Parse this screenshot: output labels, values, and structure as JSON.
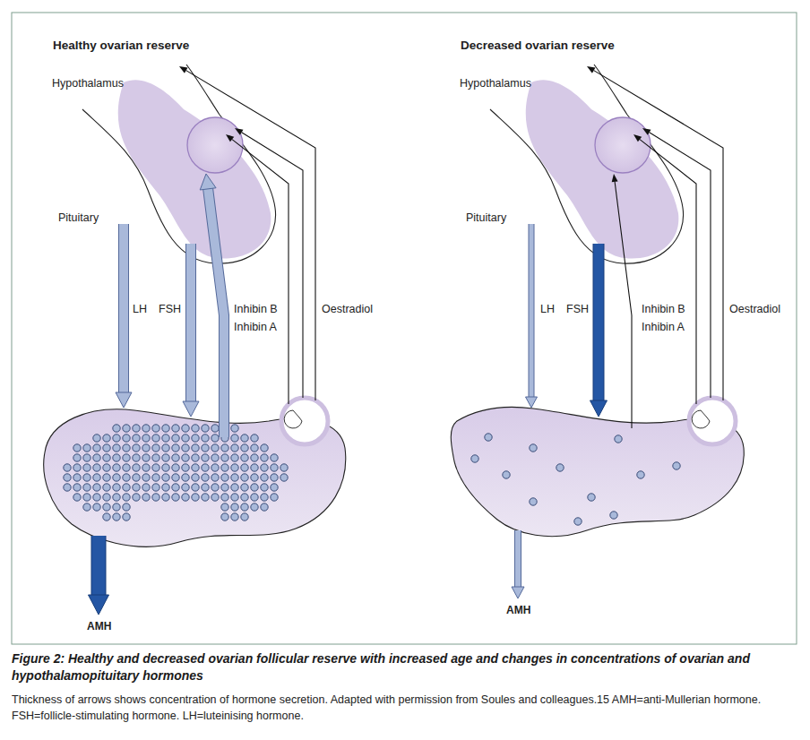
{
  "diagram": {
    "title": "Figure 2: Healthy and decreased ovarian follicular reserve with increased age and changes in concentrations of ovarian and hypothalamopituitary hormones",
    "caption": "Thickness of arrows shows concentration of hormone secretion. Adapted with permission from Soules and colleagues.15 AMH=anti-Mullerian hormone. FSH=follicle-stimulating hormone. LH=luteinising hormone.",
    "labels": [
      "Healthy ovarian reserve",
      "Hypothalamus",
      "Pituitary",
      "LH",
      "FSH",
      "Inhibin B",
      "Inhibin A",
      "Oestradiol",
      "AMH",
      "Decreased ovarian reserve",
      "Hypothalamus",
      "Pituitary",
      "LH",
      "FSH",
      "Inhibin B",
      "Inhibin A",
      "Oestradiol",
      "AMH"
    ]
  }
}
